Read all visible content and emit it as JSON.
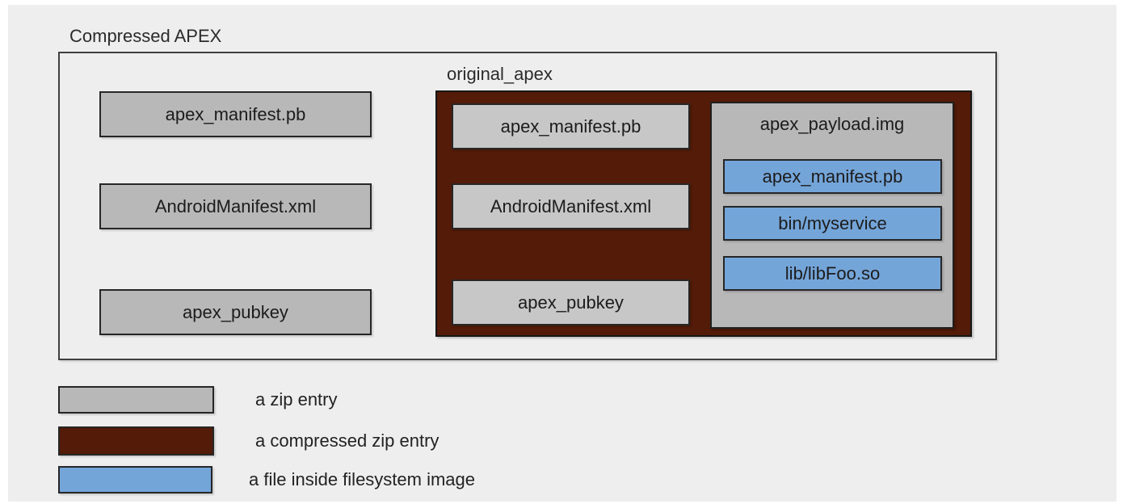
{
  "colors": {
    "page_background": "#eeeeee",
    "page_margin": "#ffffff",
    "zip_entry": "#b8b8b8",
    "zip_entry_inside_compressed": "#c7c7c7",
    "compressed_zip_entry": "#531b08",
    "filesystem_file": "#74a5d9",
    "box_border": "#262626",
    "text": "#222222"
  },
  "diagram": {
    "outer_label": "Compressed APEX",
    "zip_entries": [
      "apex_manifest.pb",
      "AndroidManifest.xml",
      "apex_pubkey"
    ],
    "original_apex": {
      "label": "original_apex",
      "zip_entries": [
        "apex_manifest.pb",
        "AndroidManifest.xml",
        "apex_pubkey"
      ],
      "payload": {
        "label": "apex_payload.img",
        "files": [
          "apex_manifest.pb",
          "bin/myservice",
          "lib/libFoo.so"
        ]
      }
    }
  },
  "legend": {
    "items": [
      {
        "key": "zip-entry",
        "color": "#b8b8b8",
        "label": "a zip entry"
      },
      {
        "key": "compressed-zip-entry",
        "color": "#531b08",
        "label": "a compressed zip entry"
      },
      {
        "key": "filesystem-file",
        "color": "#74a5d9",
        "label": "a file inside filesystem image"
      }
    ]
  }
}
